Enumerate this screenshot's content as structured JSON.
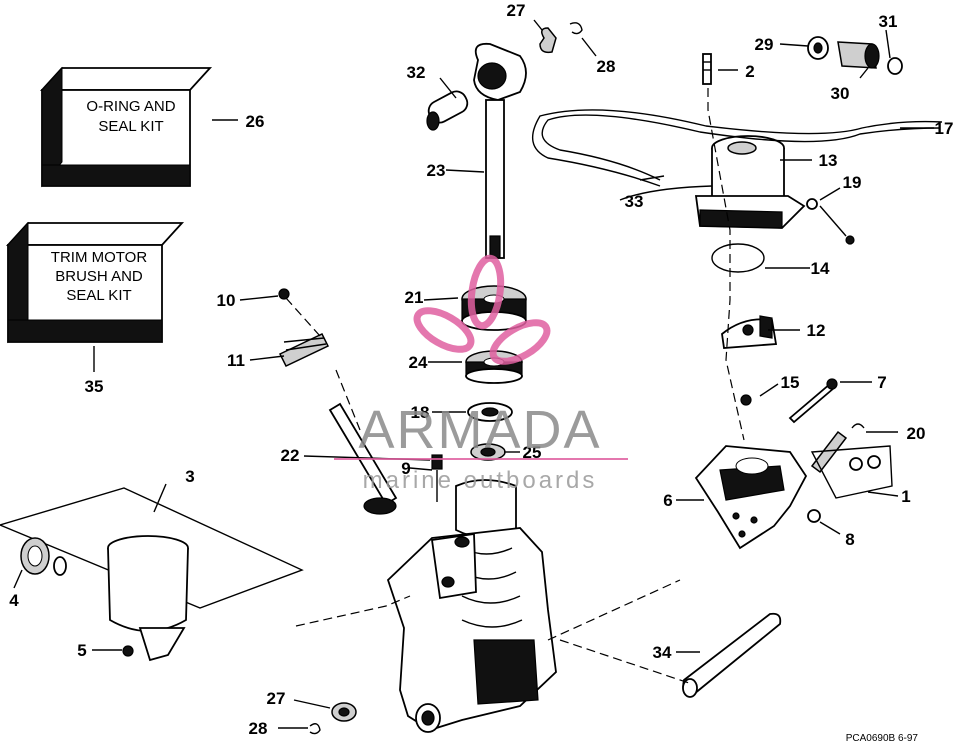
{
  "diagram": {
    "figure_code": "PCA0690B 6-97",
    "kits": [
      {
        "number": "26",
        "lines": [
          "O-RING AND",
          "SEAL KIT"
        ]
      },
      {
        "number": "35",
        "lines": [
          "TRIM MOTOR",
          "BRUSH AND",
          "SEAL KIT"
        ]
      }
    ],
    "callouts": {
      "c1": "1",
      "c2": "2",
      "c3": "3",
      "c4": "4",
      "c5": "5",
      "c6": "6",
      "c7": "7",
      "c8": "8",
      "c9": "9",
      "c10": "10",
      "c11": "11",
      "c12": "12",
      "c13": "13",
      "c14": "14",
      "c15": "15",
      "c17": "17",
      "c18": "18",
      "c19": "19",
      "c20": "20",
      "c21": "21",
      "c22": "22",
      "c23": "23",
      "c24": "24",
      "c25": "25",
      "c26": "26",
      "c27a": "27",
      "c27b": "27",
      "c28a": "28",
      "c28b": "28",
      "c29": "29",
      "c30": "30",
      "c31": "31",
      "c32": "32",
      "c33": "33",
      "c34": "34",
      "c35": "35"
    }
  },
  "watermark": {
    "brand": "ARMADA",
    "tagline": "marine outboards",
    "color": "#e060a0"
  }
}
